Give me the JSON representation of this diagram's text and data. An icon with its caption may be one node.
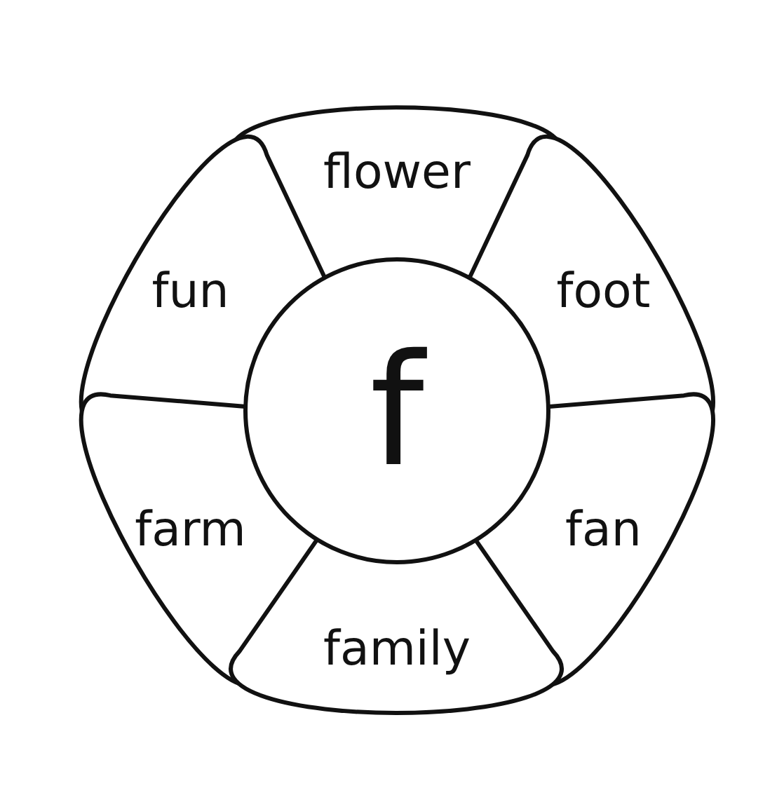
{
  "diagram": {
    "nodes": [
      {
        "text": [
          "flower"
        ]
      },
      {
        "text": [
          "fun"
        ]
      },
      {
        "text": [
          "foot"
        ]
      },
      {
        "text": [
          "f"
        ]
      },
      {
        "text": [
          "farm"
        ]
      },
      {
        "text": [
          "fan"
        ]
      },
      {
        "text": [
          "family"
        ]
      }
    ]
  }
}
